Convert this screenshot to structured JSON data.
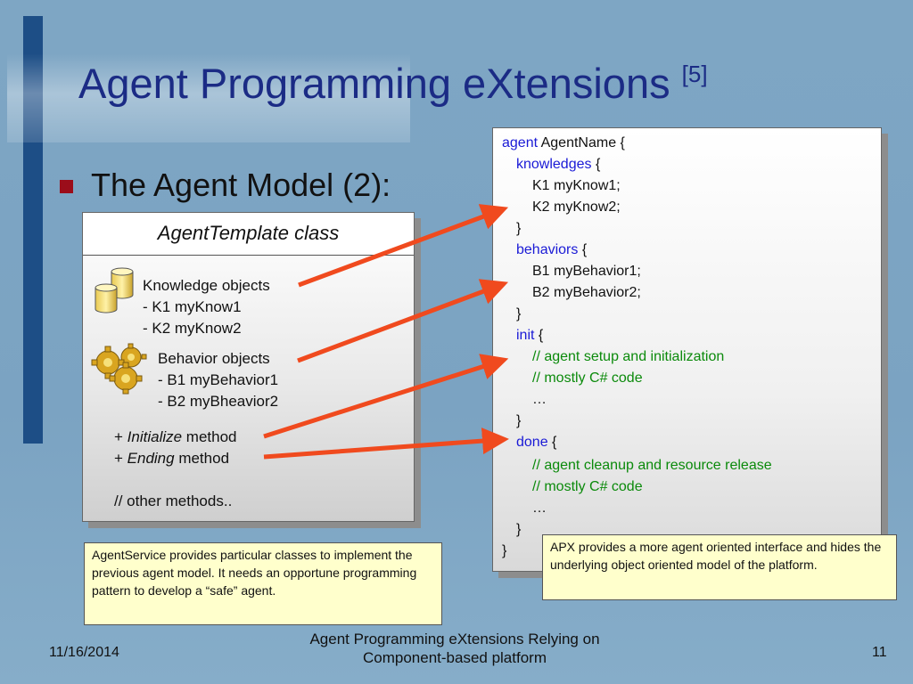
{
  "slide": {
    "title": "Agent Programming eXtensions",
    "title_ref": "[5]",
    "bullet": "The Agent Model (2):"
  },
  "class_box": {
    "header": "AgentTemplate class",
    "knowledge": [
      "Knowledge objects",
      "- K1 myKnow1",
      "- K2 myKnow2"
    ],
    "behavior": [
      "Behavior objects",
      "- B1 myBehavior1",
      "- B2 myBheavior2"
    ],
    "initialize": {
      "prefix": "+ ",
      "name": "Initialize",
      "suffix": " method"
    },
    "ending": {
      "prefix": "+ ",
      "name": "Ending",
      "suffix": " method"
    },
    "other": "// other methods.."
  },
  "code": {
    "agent_kw": "agent",
    "agent_name": " AgentName {",
    "knowledges_kw": "knowledges",
    "brace_open": " {",
    "k1": "K1 myKnow1;",
    "k2": "K2 myKnow2;",
    "brace_close": "}",
    "behaviors_kw": "behaviors",
    "b1": "B1 myBehavior1;",
    "b2": "B2 myBehavior2;",
    "init_kw": "init",
    "init_c1": "// agent setup and initialization",
    "init_c2": "// mostly C# code",
    "ellipsis": "…",
    "done_kw": "done",
    "done_c1": "// agent cleanup and resource release",
    "done_c2": "// mostly C# code"
  },
  "notes": {
    "left": "AgentService provides particular classes to implement the previous agent model. It needs an opportune programming pattern to develop a “safe” agent.",
    "right": "APX provides a more agent oriented interface and hides the underlying object oriented model of the platform."
  },
  "footer": {
    "date": "11/16/2014",
    "center": "Agent Programming eXtensions Relying on Component-based platform",
    "page": "11"
  },
  "colors": {
    "background": "#7ba3c2",
    "title": "#1b2b85",
    "bullet": "#9b0d1a",
    "keyword": "#1a1ad6",
    "comment": "#0b8a0b",
    "arrow": "#f04a1e",
    "note_bg": "#ffffcc"
  },
  "icons": [
    "database-icon",
    "gears-icon",
    "arrow-icon"
  ]
}
